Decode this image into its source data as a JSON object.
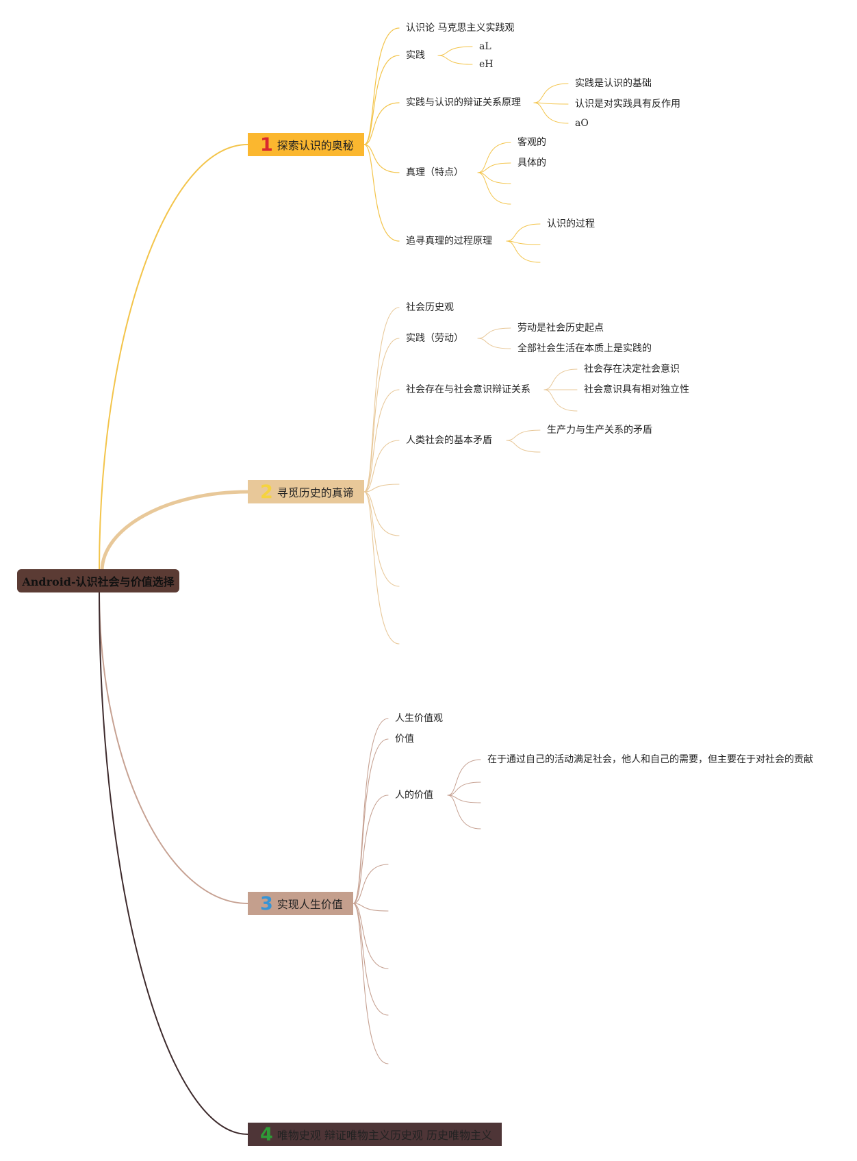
{
  "root": {
    "label": "Android-认识社会与价值选择"
  },
  "branches": [
    {
      "number": "1",
      "label": "探索认识的奥秘",
      "color": "#fbb72f",
      "children": [
        {
          "label": "认识论 马克思主义实践观",
          "children": []
        },
        {
          "label": "实践",
          "children": [
            "aL",
            "eH"
          ]
        },
        {
          "label": "实践与认识的辩证关系原理",
          "children": [
            "实践是认识的基础",
            "认识是对实践具有反作用",
            "aO"
          ]
        },
        {
          "label": "真理（特点）",
          "children": [
            "客观的",
            "具体的",
            "",
            ""
          ]
        },
        {
          "label": "追寻真理的过程原理",
          "children": [
            "认识的过程",
            "",
            ""
          ]
        }
      ]
    },
    {
      "number": "2",
      "label": "寻觅历史的真谛",
      "color": "#e8c899",
      "children": [
        {
          "label": "社会历史观",
          "children": []
        },
        {
          "label": "实践（劳动）",
          "children": [
            "劳动是社会历史起点",
            "全部社会生活在本质上是实践的"
          ]
        },
        {
          "label": "社会存在与社会意识辩证关系",
          "children": [
            "社会存在决定社会意识",
            "社会意识具有相对独立性",
            ""
          ]
        },
        {
          "label": "人类社会的基本矛盾",
          "children": [
            "生产力与生产关系的矛盾",
            ""
          ]
        },
        {
          "label": "",
          "children": []
        },
        {
          "label": "",
          "children": []
        },
        {
          "label": "",
          "children": []
        },
        {
          "label": "",
          "children": []
        }
      ]
    },
    {
      "number": "3",
      "label": "实现人生价值",
      "color": "#c49f8d",
      "children": [
        {
          "label": "人生价值观",
          "children": []
        },
        {
          "label": "价值",
          "children": []
        },
        {
          "label": "人的价值",
          "children": [
            "在于通过自己的活动满足社会，他人和自己的需要，但主要在于对社会的贡献",
            "",
            "",
            ""
          ]
        },
        {
          "label": "",
          "children": []
        },
        {
          "label": "",
          "children": []
        },
        {
          "label": "",
          "children": []
        },
        {
          "label": "",
          "children": []
        },
        {
          "label": "",
          "children": []
        }
      ]
    },
    {
      "number": "4",
      "label": "唯物史观 辩证唯物主义历史观 历史唯物主义",
      "color": "#4e3537",
      "children": []
    }
  ],
  "colors": {
    "root": "#5b3b34",
    "branch1_line": "#f3c44a",
    "branch2_line": "#e8c899",
    "branch3_line": "#c6a192",
    "branch4_line": "#3d2a2c"
  }
}
